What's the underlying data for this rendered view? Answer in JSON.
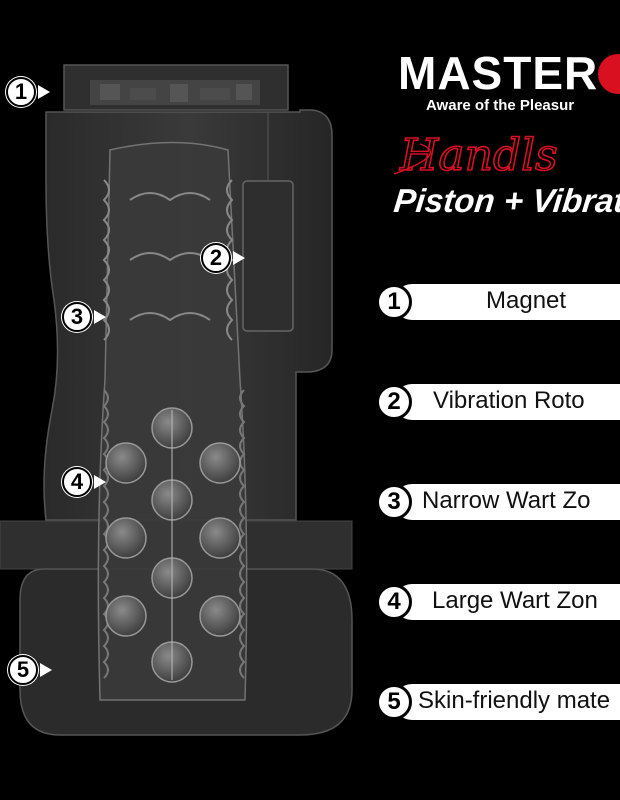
{
  "brand": {
    "title": "MASTER-",
    "tagline": "Aware of the Pleasur",
    "script_text": "Handls",
    "subtitle": "Piston + Vibrat",
    "accent_color": "#d81020"
  },
  "callouts": [
    {
      "num": "1"
    },
    {
      "num": "2"
    },
    {
      "num": "3"
    },
    {
      "num": "4"
    },
    {
      "num": "5"
    }
  ],
  "features": [
    {
      "num": "1",
      "label": "Magnet"
    },
    {
      "num": "2",
      "label": "Vibration Roto"
    },
    {
      "num": "3",
      "label": "Narrow Wart Zo"
    },
    {
      "num": "4",
      "label": "Large Wart Zon"
    },
    {
      "num": "5",
      "label": "Skin-friendly mate"
    }
  ]
}
